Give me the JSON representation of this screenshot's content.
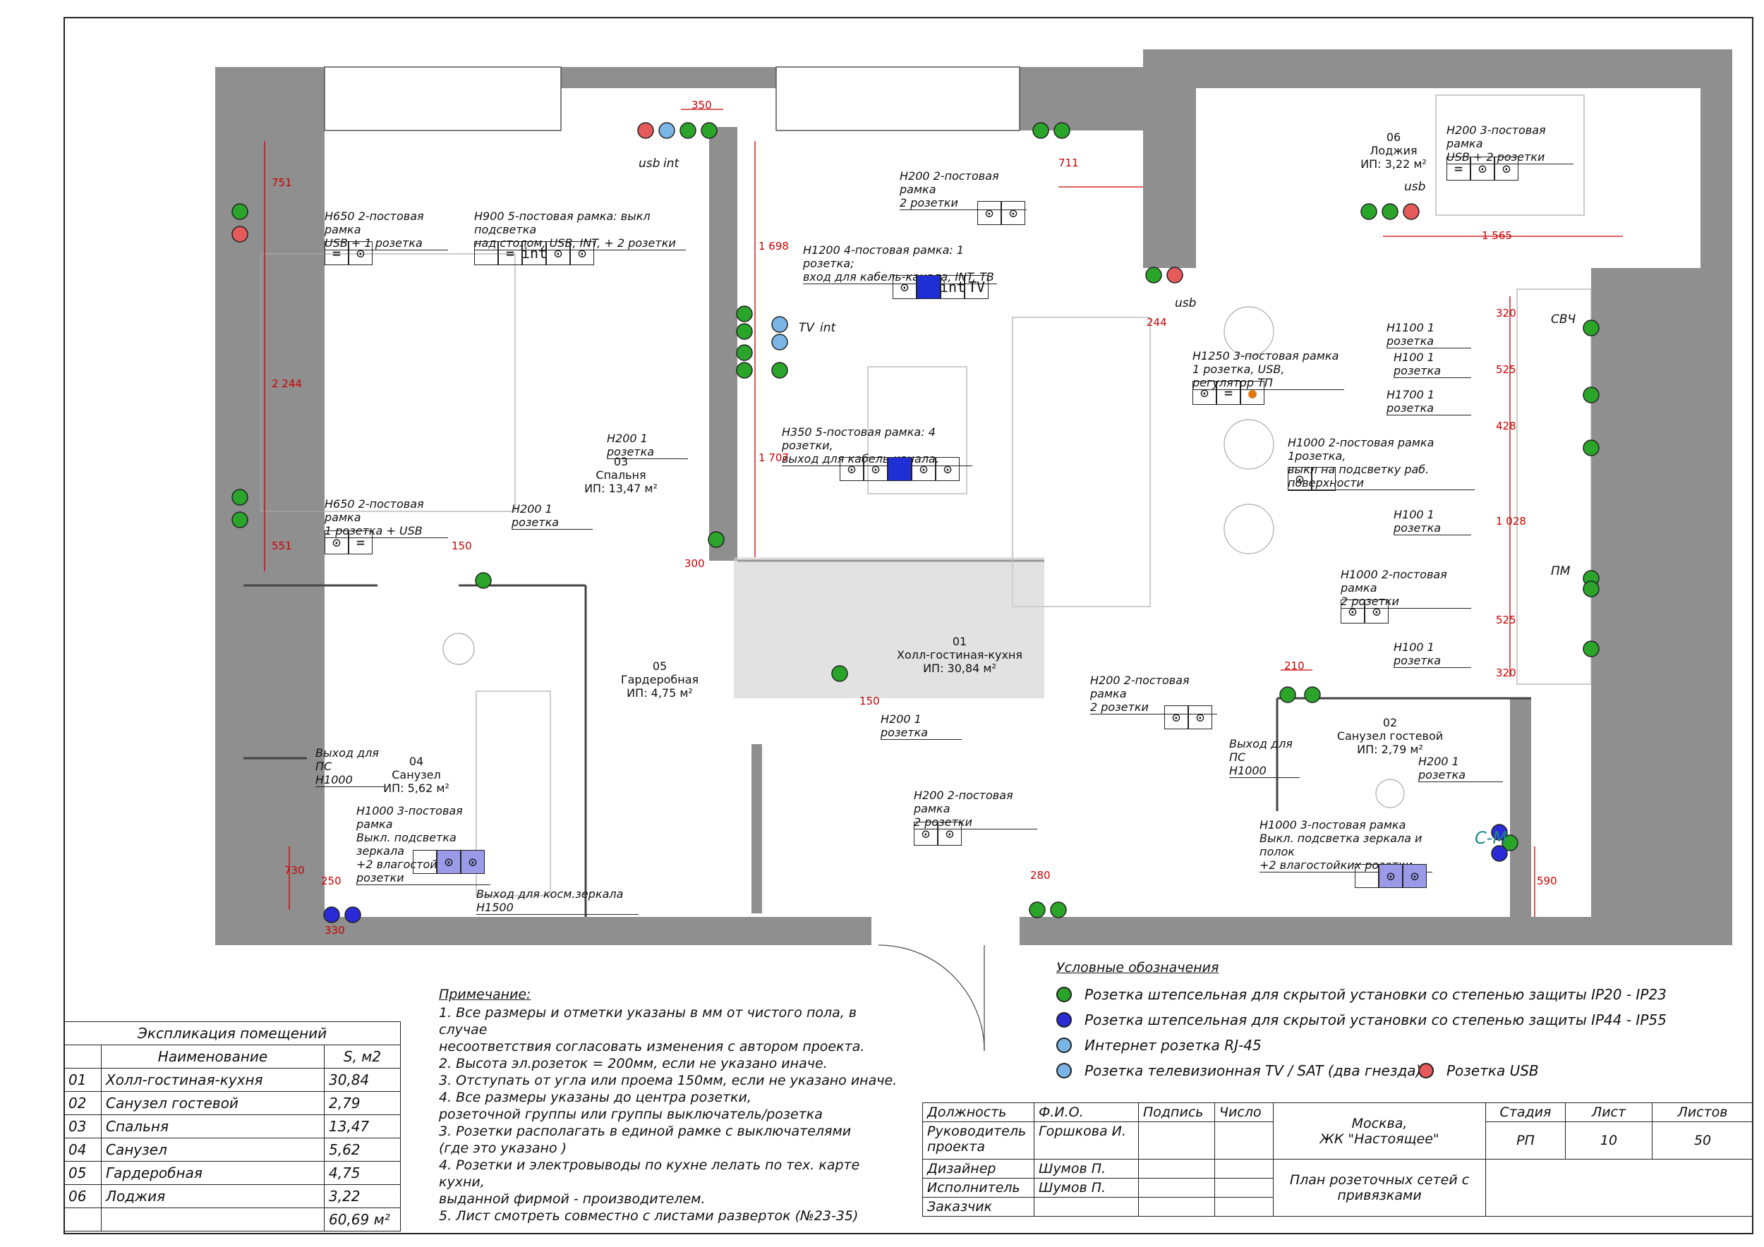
{
  "colors": {
    "wall": "#8f8f8f",
    "socket_ip20": "#2aa52a",
    "socket_ip44": "#2a2ad6",
    "internet": "#7ab5e6",
    "usb": "#e55a5a",
    "dim": "#cc0000"
  },
  "rooms": {
    "r01": "01\nХолл-гостиная-кухня\nИП: 30,84 м²",
    "r02": "02\nСанузел гостевой\nИП: 2,79 м²",
    "r03": "03\nСпальня\nИП: 13,47 м²",
    "r04": "04\nСанузел\nИП: 5,62 м²",
    "r05": "05\nГардеробная\nИП: 4,75 м²",
    "r06": "06\nЛоджия\nИП: 3,22 м²"
  },
  "callouts": {
    "c1": "Н650 2-постовая рамка\nUSB + 1 розетка",
    "c2": "Н900 5-постовая рамка: выкл подсветка\nнад столом, USB, INT, + 2 розетки",
    "c3": "Н200 2-постовая рамка\n2 розетки",
    "c4": "Н1200 4-постовая рамка: 1 розетка;\nвход для кабель-канала, INT, ТВ",
    "c5": "Н200 3-постовая рамка\nUSB + 2 розетки",
    "c6": "Н1250 3-постовая рамка\n1 розетка, USB, регулятор ТП",
    "c7": "Н1100 1 розетка",
    "c8": "Н100 1 розетка",
    "c9": "Н1700 1 розетка",
    "c10": "Н1000 2-постовая рамка 1розетка,\nвыкл на подсветку раб. поверхности",
    "c11": "Н100 1 розетка",
    "c12": "Н1000 2-постовая рамка\n2 розетки",
    "c13": "Н100 1 розетка",
    "c14": "Н200 1 розетка",
    "c15": "Н350 5-постовая рамка: 4 розетки,\nвыход для кабель-канала.",
    "c16": "Н650 2-постовая рамка\n1 розетка + USB",
    "c17": "Н200 1 розетка",
    "c18": "Н200 1 розетка",
    "c19": "Н200 2-постовая рамка\n2 розетки",
    "c20": "Н200 2-постовая рамка\n2 розетки",
    "c21": "Выход для ПС\nН1000",
    "c22": "Н1000 3-постовая рамка\nВыкл. подсветка зеркала\n+2 влагостойких розетки",
    "c23": "Выход для косм.зеркала Н1500",
    "c24": "Выход для ПС\nН1000",
    "c25": "Н200 1 розетка",
    "c26": "Н1000 3-постовая рамка\nВыкл. подсветка зеркала и полок\n+2 влагостойких розетки"
  },
  "marks": {
    "usb": "usb",
    "int": "int",
    "tv": "TV",
    "svch": "СВЧ",
    "pm": "ПМ",
    "stm": "С-М",
    "eq": "="
  },
  "dims": [
    "350",
    "751",
    "2 244",
    "551",
    "1 698",
    "1 707",
    "300",
    "150",
    "711",
    "244",
    "1 565",
    "320",
    "525",
    "428",
    "1 028",
    "525",
    "320",
    "210",
    "150",
    "730",
    "250",
    "330",
    "280",
    "590"
  ],
  "explication": {
    "title": "Экспликация помещений",
    "h_name": "Наименование",
    "h_area": "S, м2",
    "rows": [
      {
        "n": "01",
        "name": "Холл-гостиная-кухня",
        "s": "30,84"
      },
      {
        "n": "02",
        "name": "Санузел гостевой",
        "s": "2,79"
      },
      {
        "n": "03",
        "name": "Спальня",
        "s": "13,47"
      },
      {
        "n": "04",
        "name": "Санузел",
        "s": "5,62"
      },
      {
        "n": "05",
        "name": "Гардеробная",
        "s": "4,75"
      },
      {
        "n": "06",
        "name": "Лоджия",
        "s": "3,22"
      }
    ],
    "total": "60,69 м²"
  },
  "notes": {
    "title": "Примечание:",
    "text": "1. Все размеры и отметки указаны в мм от чистого пола, в случае\n   несоответствия согласовать изменения с автором проекта.\n2. Высота  эл.розеток = 200мм, если не указано иначе.\n3. Отступать от угла или проема 150мм, если не указано иначе.\n4. Все размеры указаны до центра розетки,\n   розеточной группы или группы выключатель/розетка\n3. Розетки располагать в единой рамке с выключателями\n   (где это указано )\n4. Розетки и электровыводы по кухне лелать по тех. карте кухни,\n   выданной фирмой - производителем.\n5. Лист смотреть совместно с листами разверток (№23-35)"
  },
  "legend": {
    "title": "Условные обозначения",
    "items": [
      "Розетка штепсельная для скрытой установки со степенью защиты IP20 - IP23",
      "Розетка штепсельная для скрытой установки со степенью защиты IP44 - IP55",
      "Интернет розетка RJ-45",
      "Розетка телевизионная TV / SAT (два гнезда)",
      "Розетка USB"
    ]
  },
  "stamp": {
    "h_role": "Должность",
    "h_name": "Ф.И.О.",
    "h_sign": "Подпись",
    "h_date": "Число",
    "role1": "Руководитель\nпроекта",
    "name1": "Горшкова И.",
    "role2": "Дизайнер",
    "name2": "Шумов П.",
    "role3": "Исполнитель",
    "name3": "Шумов П.",
    "role4": "Заказчик",
    "project": "Москва,\nЖК \"Настоящее\"",
    "sheet_title": "План розеточных сетей с привязками",
    "h_stage": "Стадия",
    "h_sheet": "Лист",
    "h_sheets": "Листов",
    "stage": "РП",
    "sheet": "10",
    "sheets": "50"
  }
}
